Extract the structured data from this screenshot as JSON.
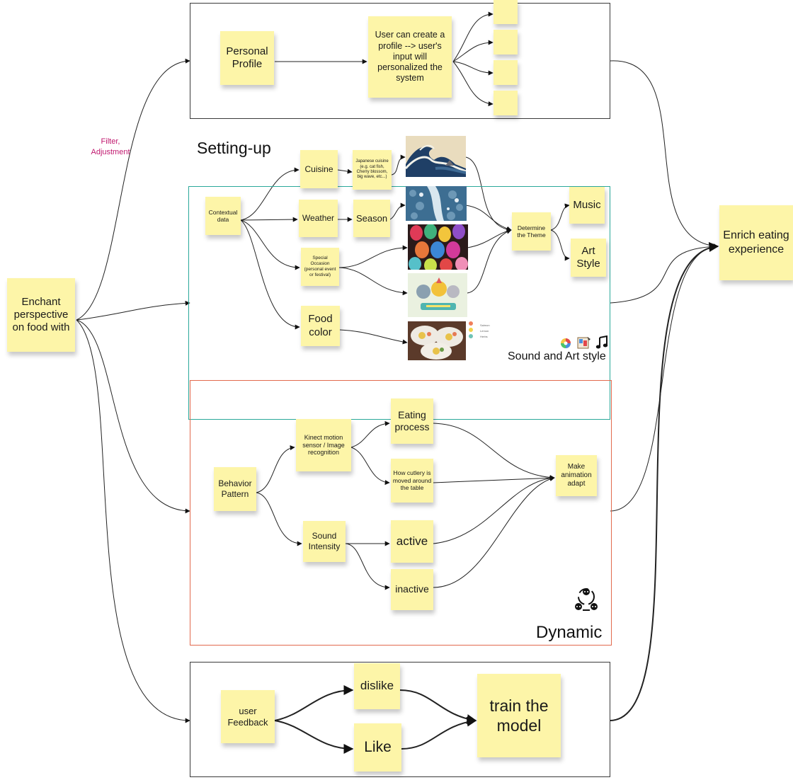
{
  "frames": {
    "setting_up_title": "Setting-up",
    "sound_art_label": "Sound and Art style",
    "dynamic_title": "Dynamic"
  },
  "annotation": "Filter,\nAdjustment",
  "stickies": {
    "enchant": "Enchant perspective on food with",
    "personal_profile": "Personal Profile",
    "user_profile": "User can create a profile --> user's input will personalized the system",
    "enrich": "Enrich eating experience",
    "contextual": "Contextual data",
    "cuisine": "Cuisine",
    "japanese": "Japanese cuisine (e.g. cat fish, Cherry blossom, big wave, etc...)",
    "weather": "Weather",
    "season": "Season",
    "special": "Special Occasion (personal event or festival)",
    "food_color": "Food color",
    "theme": "Determine the Theme",
    "music": "Music",
    "art_style": "Art Style",
    "behavior": "Behavior Pattern",
    "kinect": "Kinect motion sensor / Image recognition",
    "eating": "Eating process",
    "cutlery": "How cutlery is moved around the table",
    "animation": "Make animation adapt",
    "sound_intensity": "Sound Intensity",
    "active": "active",
    "inactive": "inactive",
    "feedback": "user Feedback",
    "dislike": "dislike",
    "like": "Like",
    "train": "train the model"
  },
  "legend": [
    "Salmon",
    "Lemon",
    "Herbs"
  ],
  "icons": {
    "color_wheel": "color-wheel-icon",
    "art_palette": "art-icon",
    "music_note": "music-note-icon",
    "network": "network-icon"
  },
  "colors": {
    "sticky": "#fdf5a8",
    "frame_black": "#3a3a3a",
    "frame_teal": "#2aa89a",
    "frame_orange": "#e26a4e",
    "annotation": "#c0176e"
  }
}
